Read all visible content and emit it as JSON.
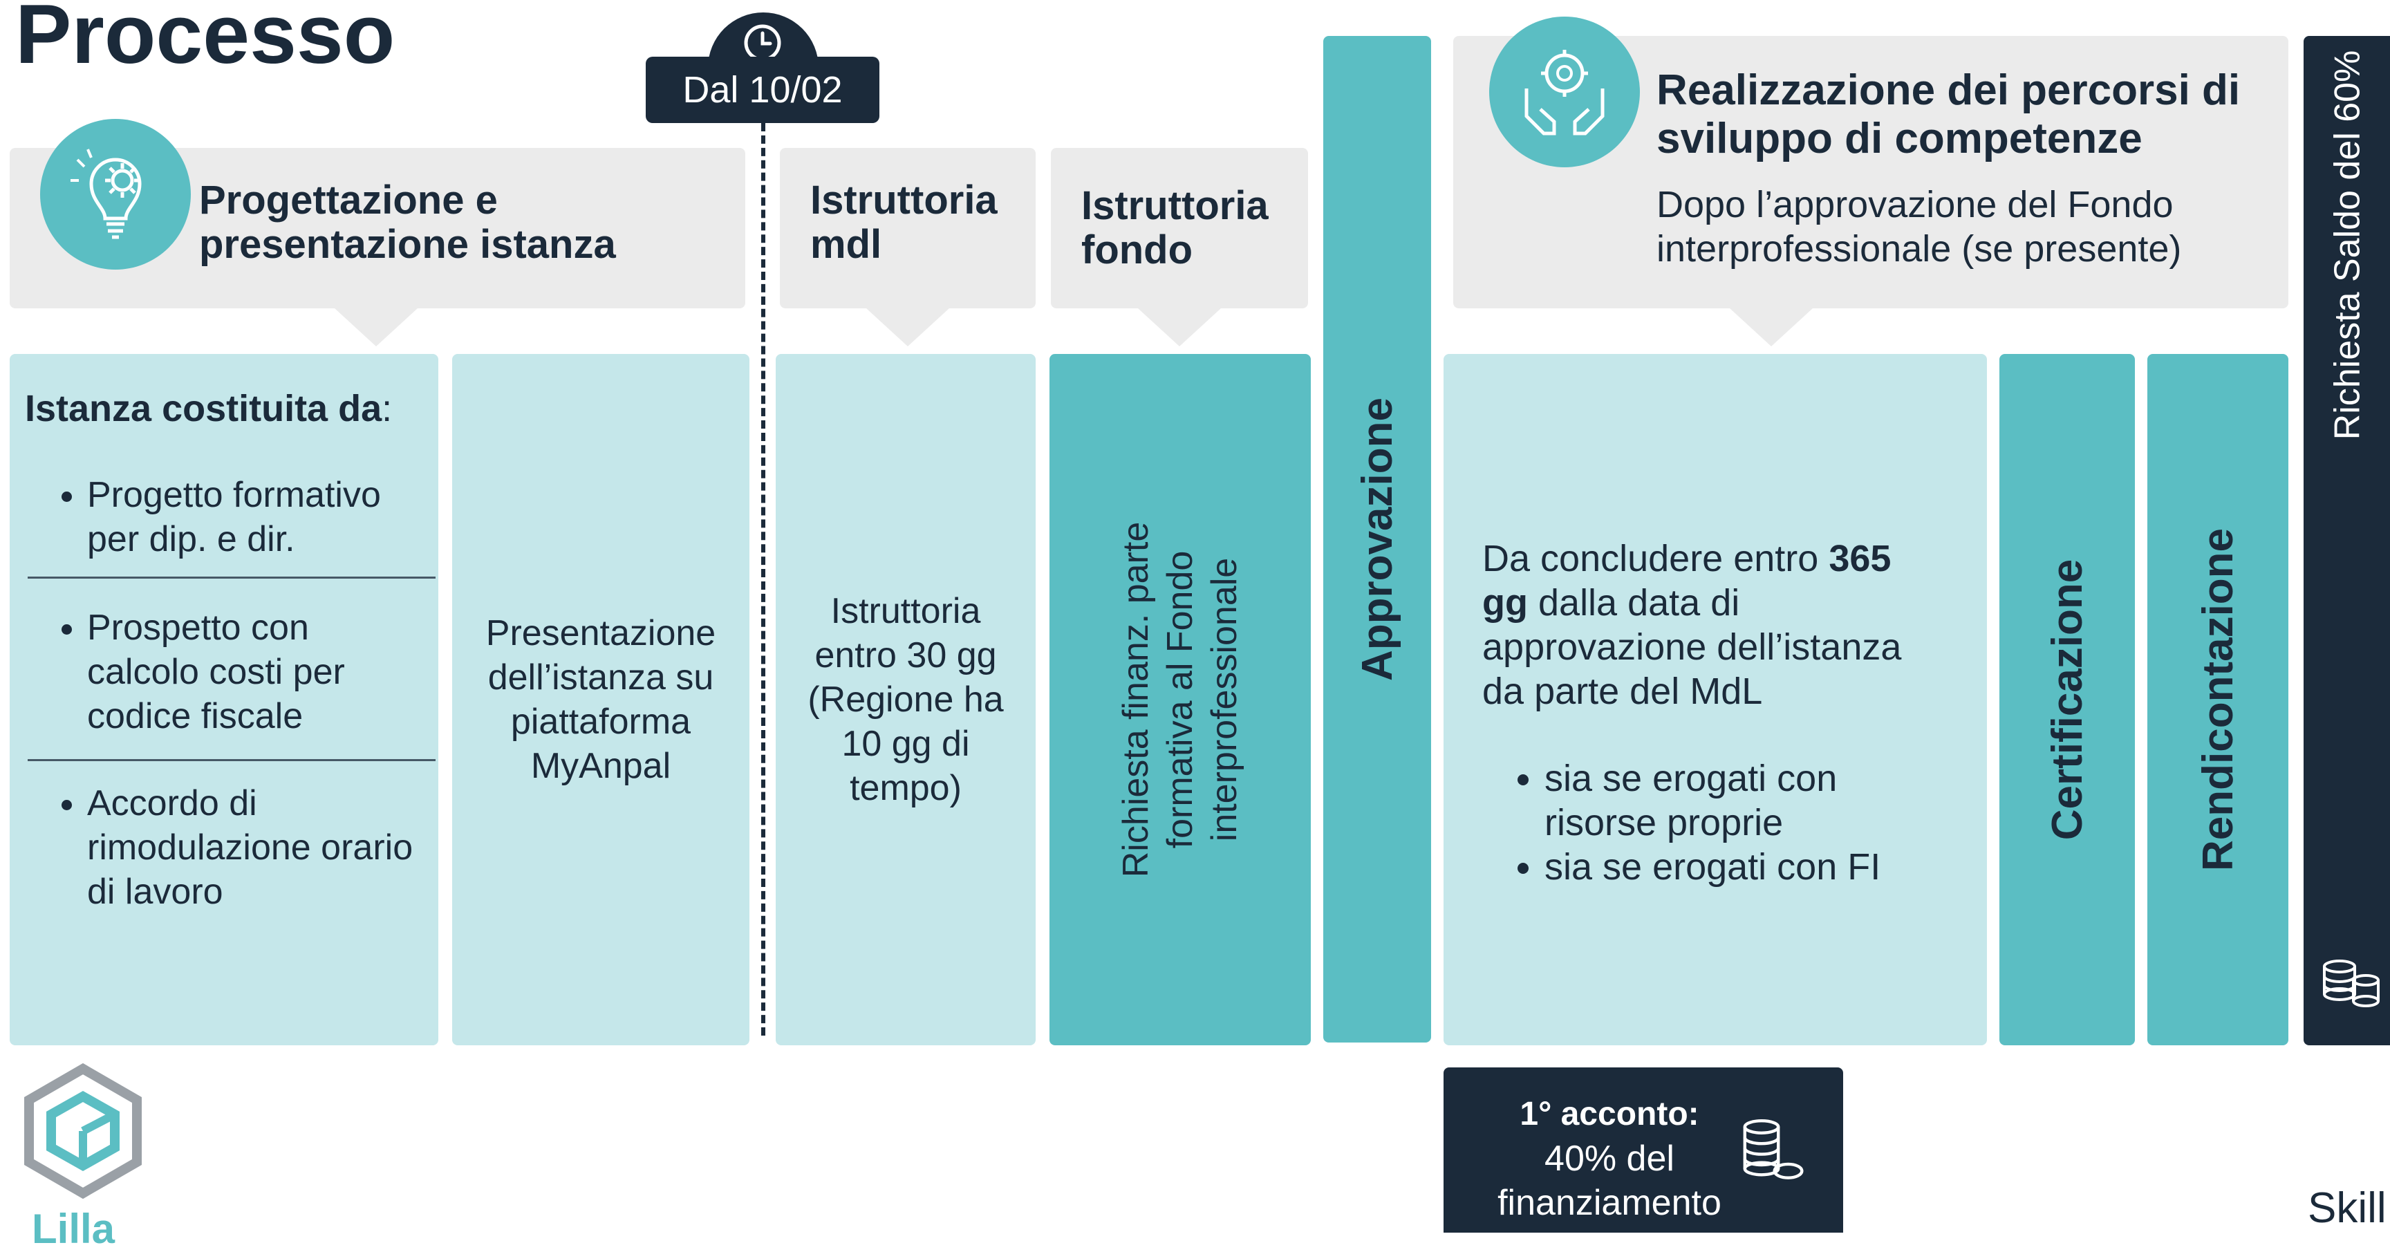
{
  "page": {
    "title": "Processo"
  },
  "date_marker": {
    "label": "Dal 10/02",
    "icon": "clock-icon"
  },
  "phases": {
    "progettazione": {
      "title": "Progettazione e presentazione istanza",
      "icon": "lightbulb-gear-icon"
    },
    "istruttoria_mdl": {
      "title": "Istruttoria mdl"
    },
    "istruttoria_fondo": {
      "title": "Istruttoria fondo"
    },
    "realizzazione": {
      "title": "Realizzazione dei percorsi di sviluppo di competenze",
      "subtitle": "Dopo l’approvazione del Fondo interprofessionale (se presente)",
      "icon": "hands-gear-icon"
    }
  },
  "cards": {
    "istanza": {
      "heading_bold": "Istanza costituita da",
      "heading_rest": ":",
      "items": [
        "Progetto formativo per dip. e dir.",
        "Prospetto con calcolo costi per codice fiscale",
        "Accordo di rimodulazione orario di lavoro"
      ]
    },
    "presentazione": {
      "text": "Presentazione dell’istanza su piattaforma MyAnpal"
    },
    "istruttoria": {
      "text": "Istruttoria entro 30 gg (Regione ha 10 gg di tempo)"
    },
    "richiesta_fondo": {
      "text": "Richiesta finanz. parte formativa al Fondo interprofessionale"
    },
    "approvazione": {
      "text": "Approvazione"
    },
    "concludere": {
      "intro": "Da concludere entro",
      "bold": "365 gg",
      "rest": "dalla data di approvazione dell’istanza da parte del MdL",
      "items": [
        "sia se erogati con risorse proprie",
        "sia se erogati con FI"
      ]
    },
    "certificazione": {
      "text": "Certificazione"
    },
    "rendicontazione": {
      "text": "Rendicontazione"
    },
    "saldo": {
      "text": "Richiesta Saldo del 60%",
      "icon": "coins-icon"
    }
  },
  "acconto": {
    "bold": "1° acconto:",
    "line2": "40% del",
    "line3": "finanziamento",
    "icon": "coins-icon"
  },
  "footer": {
    "brand": "Skill",
    "logo_text": "Lilla",
    "logo_icon": "cube-logo-icon"
  },
  "colors": {
    "navy": "#1b2a3a",
    "teal": "#5bbec3",
    "light_teal": "#c5e7ea",
    "grey": "#ebebeb"
  }
}
